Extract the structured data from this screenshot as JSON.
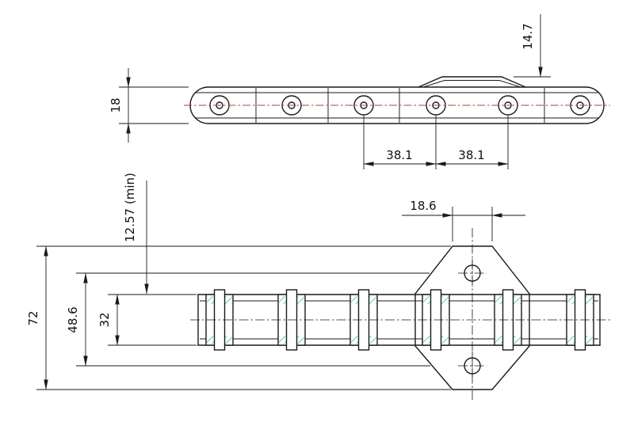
{
  "drawing": {
    "description": "Two-view engineering drawing of a double-pitch conveyor roller chain with a bent attachment plate",
    "colors": {
      "line": "#1a1a1a",
      "centerline_red": "#cc3333",
      "hatch_cyan": "#2dbdbd",
      "background": "#ffffff"
    },
    "dims": {
      "top_width": "18",
      "attach_height": "14.7",
      "pitch_a": "38.1",
      "pitch_b": "38.1",
      "attach_top_width": "18.6",
      "pin_length_min": "12.57 (min)",
      "overall_height": "72",
      "hole_spacing": "48.6",
      "plate_height": "32"
    }
  }
}
